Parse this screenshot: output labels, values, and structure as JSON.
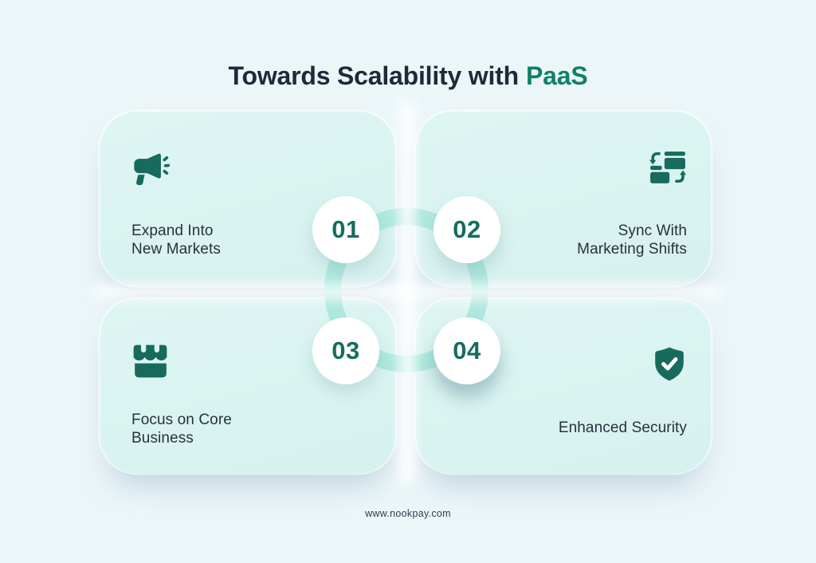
{
  "title": {
    "text": "Towards Scalability with",
    "highlight": "PaaS"
  },
  "cards": [
    {
      "number": "01",
      "icon": "megaphone-icon",
      "lines": [
        "Expand Into",
        "New Markets"
      ]
    },
    {
      "number": "02",
      "icon": "sync-arrows-icon",
      "lines": [
        "Sync With",
        "Marketing Shifts"
      ]
    },
    {
      "number": "03",
      "icon": "storefront-icon",
      "lines": [
        "Focus on Core",
        "Business"
      ]
    },
    {
      "number": "04",
      "icon": "shield-check-icon",
      "lines": [
        "Enhanced Security"
      ]
    }
  ],
  "footer": {
    "website": "www.nookpay.com"
  },
  "colors": {
    "page_bg": "#ecf6f9",
    "card_bg": "#d9f3f0",
    "ring": "#a3e6da",
    "accent": "#10806a",
    "icon": "#176b5c",
    "number": "#156d5e",
    "title": "#1d2a39",
    "body_text": "#26323e"
  }
}
